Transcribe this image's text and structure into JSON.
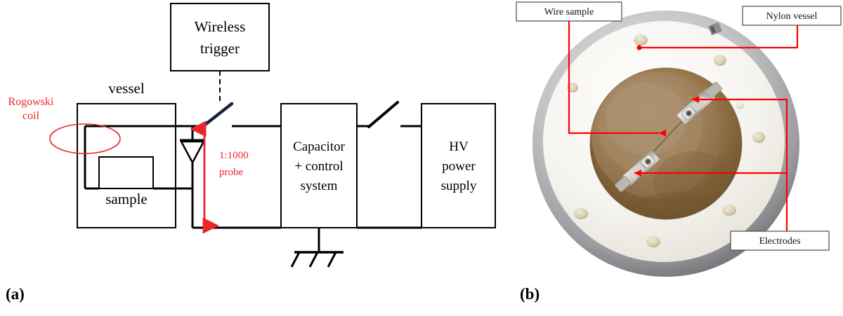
{
  "figure": {
    "panels": [
      {
        "key": "a",
        "caption": "(a)",
        "kind": "schematic-circuit-diagram"
      },
      {
        "key": "b",
        "caption": "(b)",
        "kind": "photograph-top-view"
      }
    ]
  },
  "colors": {
    "red_annotation": "#e8282d",
    "photo_red_leader": "#fe0000",
    "stroke_black": "#000000",
    "nylon_white": "#f4f2ee",
    "metal_rim": "#9a9a9c",
    "chamber_brown": "#8c6b3f",
    "electrode_metal": "#c9c8c4"
  },
  "schematic": {
    "blocks": [
      {
        "id": "wireless-trigger",
        "lines": [
          "Wireless",
          "trigger"
        ]
      },
      {
        "id": "capacitor-control",
        "lines": [
          "Capacitor",
          "+ control",
          "system"
        ]
      },
      {
        "id": "hv-power-supply",
        "lines": [
          "HV",
          "power",
          "supply"
        ]
      }
    ],
    "labels": {
      "vessel": "vessel",
      "sample": "sample",
      "rogowski_coil": [
        "Rogowski",
        "coil"
      ],
      "probe": [
        "1:1000",
        "probe"
      ]
    },
    "components": [
      {
        "id": "rogowski-coil-ellipse",
        "name": "Rogowski coil"
      },
      {
        "id": "diode",
        "name": "diode"
      },
      {
        "id": "spark-gap-switch",
        "name": "triggered switch"
      },
      {
        "id": "charging-switch",
        "name": "charging switch"
      },
      {
        "id": "earth-ground",
        "name": "ground"
      },
      {
        "id": "probe-arrow",
        "name": "1:1000 probe measurement span"
      }
    ]
  },
  "photo": {
    "annotations": [
      {
        "id": "wire-sample",
        "label": "Wire sample"
      },
      {
        "id": "nylon-vessel",
        "label": "Nylon vessel"
      },
      {
        "id": "electrodes",
        "label": "Electrodes"
      }
    ],
    "parts": [
      {
        "id": "outer-metal-rim",
        "name": "metal flange rim"
      },
      {
        "id": "nylon-disc",
        "name": "white nylon body"
      },
      {
        "id": "inner-chamber",
        "name": "stained inner chamber"
      },
      {
        "id": "bolt-hole",
        "name": "bolt hole",
        "count": 8
      },
      {
        "id": "electrode-upper",
        "name": "upper electrode"
      },
      {
        "id": "electrode-lower",
        "name": "lower electrode"
      },
      {
        "id": "wire",
        "name": "thin wire sample between electrodes"
      }
    ]
  }
}
